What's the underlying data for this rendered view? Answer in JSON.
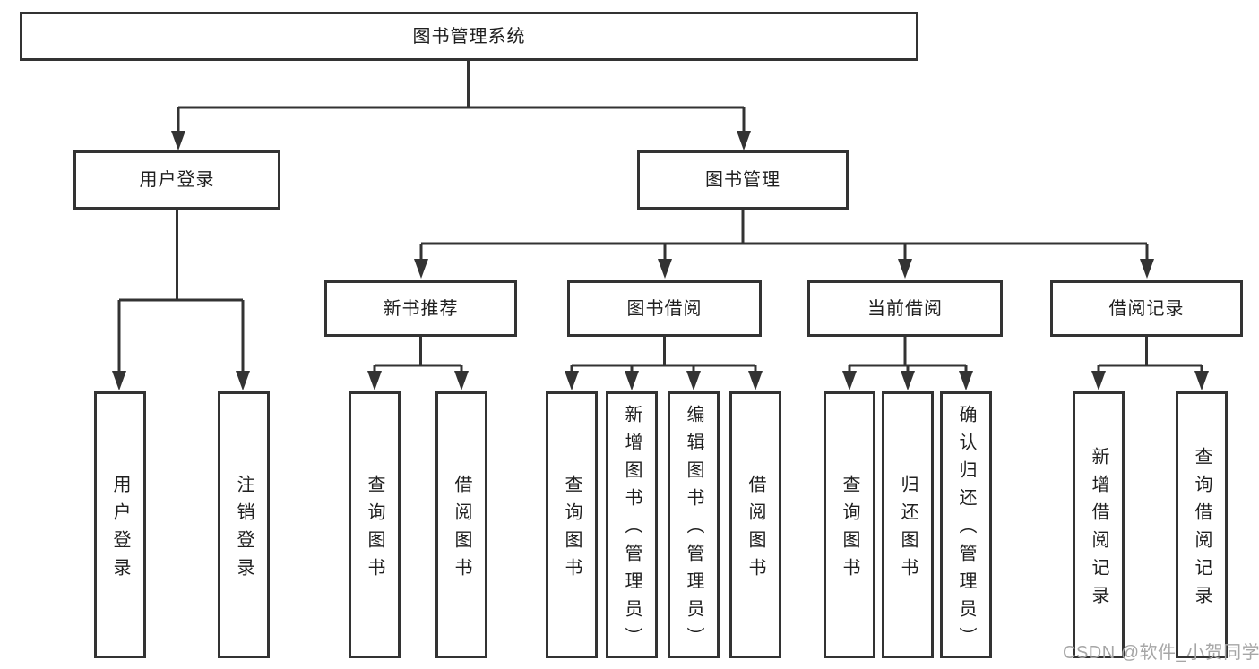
{
  "tree": {
    "label": "图书管理系统",
    "children": [
      {
        "label": "用户登录",
        "children": [
          {
            "label": "用户登录"
          },
          {
            "label": "注销登录"
          }
        ]
      },
      {
        "label": "图书管理",
        "children": [
          {
            "label": "新书推荐",
            "children": [
              {
                "label": "查询图书"
              },
              {
                "label": "借阅图书"
              }
            ]
          },
          {
            "label": "图书借阅",
            "children": [
              {
                "label": "查询图书"
              },
              {
                "label": "新增图书（管理员）"
              },
              {
                "label": "编辑图书（管理员）"
              },
              {
                "label": "借阅图书"
              }
            ]
          },
          {
            "label": "当前借阅",
            "children": [
              {
                "label": "查询图书"
              },
              {
                "label": "归还图书"
              },
              {
                "label": "确认归还（管理员）"
              }
            ]
          },
          {
            "label": "借阅记录",
            "children": [
              {
                "label": "新增借阅记录"
              },
              {
                "label": "查询借阅记录"
              }
            ]
          }
        ]
      }
    ]
  },
  "watermark": "CSDN @软件_小贺同学",
  "colors": {
    "line": "#333333",
    "box_border": "#333333",
    "box_fill": "#ffffff",
    "text": "#1f1f1f",
    "watermark": "#a6a6a6",
    "background": "#ffffff"
  }
}
